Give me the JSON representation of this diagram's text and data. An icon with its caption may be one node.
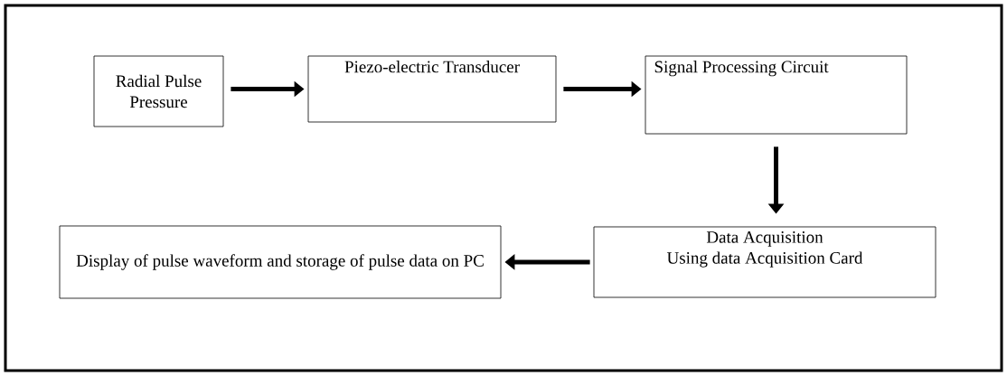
{
  "diagram": {
    "nodes": [
      {
        "text": [
          "Radial Pulse Pressure"
        ]
      },
      {
        "text": [
          "Piezo-electric Transducer"
        ]
      },
      {
        "text": [
          "Signal Processing Circuit"
        ]
      },
      {
        "text": [
          "Data Acquisition",
          "Using data Acquisition Card"
        ]
      },
      {
        "text": [
          "Display of pulse waveform and storage of pulse data on PC"
        ]
      }
    ],
    "edges": [
      {
        "from": 0,
        "to": 1,
        "arrow": "to"
      },
      {
        "from": 1,
        "to": 2,
        "arrow": "to"
      },
      {
        "from": 2,
        "to": 3,
        "arrow": "to"
      },
      {
        "from": 3,
        "to": 4,
        "arrow": "to"
      }
    ]
  }
}
